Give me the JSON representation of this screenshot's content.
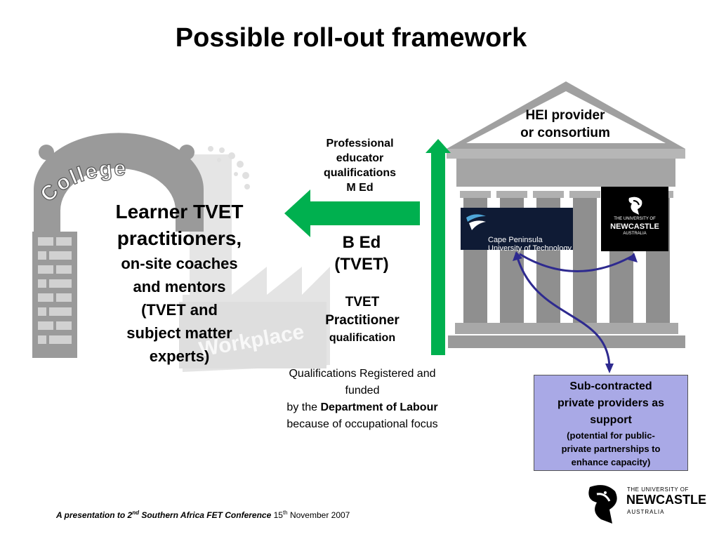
{
  "title": "Possible roll-out framework",
  "hei": {
    "line1": "HEI provider",
    "line2": "or consortium"
  },
  "professional": {
    "line1": "Professional",
    "line2": "educator",
    "line3": "qualifications",
    "line4": "M Ed"
  },
  "bed": {
    "line1": "B Ed",
    "line2": "(TVET)"
  },
  "tvet": {
    "line1": "TVET",
    "line2": "Practitioner",
    "line3": "qualification"
  },
  "qualifications": {
    "line1": "Qualifications Registered and",
    "line2": "funded",
    "line3_prefix": "by the ",
    "line3_bold": "Department of Labour",
    "line4": "because of occupational focus"
  },
  "learner": {
    "line1": "Learner TVET",
    "line2": "practitioners,",
    "line3": "on-site coaches",
    "line4": "and mentors",
    "line5": "(TVET and",
    "line6": "subject matter",
    "line7": "experts)"
  },
  "college_label": "College",
  "workplace_label": "Workplace",
  "subcontracted": {
    "line1": "Sub-contracted",
    "line2": "private providers as",
    "line3": "support",
    "line4": "(potential for public-",
    "line5": "private partnerships to",
    "line6": "enhance capacity)"
  },
  "cput_logo": {
    "line1": "Cape Peninsula",
    "line2": "University of Technology"
  },
  "uon_logo": {
    "line1": "THE UNIVERSITY OF",
    "line2": "NEWCASTLE",
    "line3": "AUSTRALIA"
  },
  "footer": {
    "prefix": "A presentation to 2",
    "sup1": "nd",
    "conference": " Southern Africa FET Conference",
    "date_prefix": " 15",
    "sup2": "th",
    "date_suffix": " November  2007"
  },
  "colors": {
    "green_arrow": "#00b04f",
    "purple_connector": "#2e2a8f",
    "box_fill": "#a9a9e6",
    "building_gray": "#9a9a9a",
    "cput_bg": "#0f1b35",
    "uon_bg": "#000000"
  }
}
